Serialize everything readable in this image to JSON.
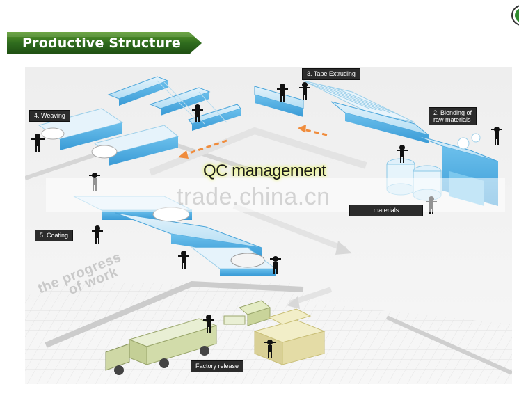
{
  "banner": {
    "title": "Productive Structure"
  },
  "labels": {
    "tape_extruding": "3. Tape Extruding",
    "blending_line1": "2. Blending of",
    "blending_line2": "raw materials",
    "weaving": "4. Weaving",
    "coating": "5. Coating",
    "materials": "materials",
    "factory_release": "Factory release"
  },
  "center_text": "QC management",
  "watermark": "trade.china.cn",
  "progress": {
    "line1": "the progress",
    "line2": "of work"
  },
  "colors": {
    "banner_green": "#2f6b1e",
    "machine_blue": "#5fb7e8",
    "label_bg": "#2c2c2c",
    "floor": "#f2f2f2"
  }
}
